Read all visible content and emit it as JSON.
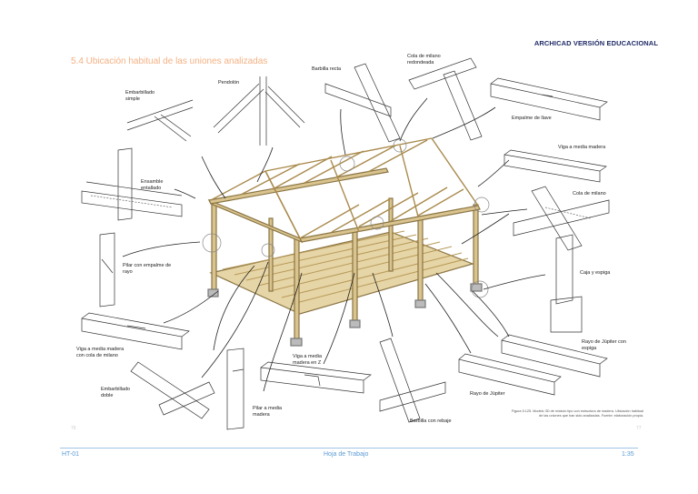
{
  "header": {
    "brand": "ARCHICAD VERSIÓN EDUCACIONAL",
    "title": "5.4 Ubicación habitual de las uniones analizadas"
  },
  "labels": {
    "embarbillado_simple": "Embarbillado simple",
    "pendolon": "Pendolón",
    "barbilla_recta": "Barbilla recta",
    "cola_milano_redondeada": "Cola de milano redondeada",
    "empalme_llave": "Empalme de llave",
    "ensamble_entallado": "Ensamble entallado",
    "viga_media_madera": "Viga a media madera",
    "cola_milano": "Cola de milano",
    "pilar_empalme_rayo": "Pilar con empalme de rayo",
    "caja_espiga": "Caja y espiga",
    "viga_cola_milano": "Viga a media madera con cola de milano",
    "rayo_jupiter_espiga": "Rayo de Júpiter con espiga",
    "viga_media_madera_z": "Viga a media madera en Z",
    "embarbillado_doble": "Embarbillado doble",
    "rayo_jupiter": "Rayo de Júpiter",
    "pilar_media_madera": "Pilar a media madera",
    "barbilla_rebaje": "Barbilla con rebaje"
  },
  "caption": "Figura 5.125. Modelo 3D de módulo tipo con estructura de madera. Ubicación habitual de las uniones que han sido analizadas. Fuente: elaboración propia.",
  "page_marks": {
    "left": "76",
    "right": "77"
  },
  "footer": {
    "left": "HT-01",
    "center": "Hoja de Trabajo",
    "right": "1:35"
  },
  "colors": {
    "timber": "#d9c48f",
    "timber_edge": "#8a7443",
    "title": "#f4b183",
    "brand": "#1f2a66",
    "footer": "#5b9bd5"
  }
}
